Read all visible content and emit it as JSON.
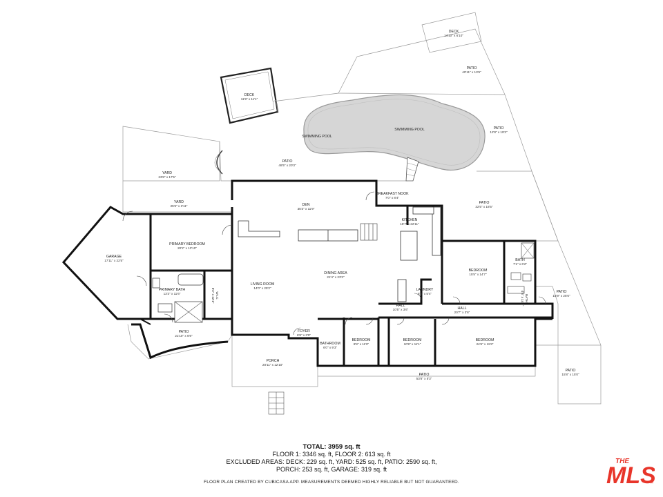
{
  "rooms": [
    {
      "id": "deck-top",
      "name": "DECK",
      "dim": "14'10\" x 6'10\""
    },
    {
      "id": "patio-top",
      "name": "PATIO",
      "dim": "40'11\" x 13'6\""
    },
    {
      "id": "deck-left",
      "name": "DECK",
      "dim": "11'9\" x 11'1\""
    },
    {
      "id": "pool-left",
      "name": "SWIMMING POOL",
      "dim": ""
    },
    {
      "id": "pool-right",
      "name": "SWIMMING POOL",
      "dim": ""
    },
    {
      "id": "patio-right",
      "name": "PATIO",
      "dim": "12'8\" x 19'3\""
    },
    {
      "id": "yard-big",
      "name": "YARD",
      "dim": "23'8\" x 17'5\""
    },
    {
      "id": "patio-mid",
      "name": "PATIO",
      "dim": "48'5\" x 20'3\""
    },
    {
      "id": "yard-strip",
      "name": "YARD",
      "dim": "25'6\" x 3'11\""
    },
    {
      "id": "breakfast",
      "name": "BREAKFAST NOOK",
      "dim": "7'0\" x 8'4\""
    },
    {
      "id": "den",
      "name": "DEN",
      "dim": "35'3\" x 11'9\""
    },
    {
      "id": "patio-east",
      "name": "PATIO",
      "dim": "32'5\" x 18'5\""
    },
    {
      "id": "kitchen",
      "name": "KITCHEN",
      "dim": "15'7\" x 22'11\""
    },
    {
      "id": "garage",
      "name": "GARAGE",
      "dim": "17'11\" x 22'5\""
    },
    {
      "id": "primary-bed",
      "name": "PRIMARY BEDROOM",
      "dim": "20'2\" x 13'10\""
    },
    {
      "id": "bath-e",
      "name": "BATH",
      "dim": "7'1\" x 6'2\""
    },
    {
      "id": "bedroom-e",
      "name": "BEDROOM",
      "dim": "15'5\" x 14'7\""
    },
    {
      "id": "dining",
      "name": "DINING AREA",
      "dim": "21'4\" x 23'3\""
    },
    {
      "id": "living",
      "name": "LIVING ROOM",
      "dim": "14'0\" x 25'2\""
    },
    {
      "id": "primary-bath",
      "name": "PRIMARY BATH",
      "dim": "13'3\" x 11'6\""
    },
    {
      "id": "laundry",
      "name": "LAUNDRY",
      "dim": "6'0\" x 5'4\""
    },
    {
      "id": "patio-side",
      "name": "PATIO",
      "dim": "15'9\" x 25'6\""
    },
    {
      "id": "hall-1",
      "name": "HALL",
      "dim": "10'5\" x 3'6\""
    },
    {
      "id": "hall-2",
      "name": "HALL",
      "dim": "20'7\" x 3'6\""
    },
    {
      "id": "patio-sw",
      "name": "PATIO",
      "dim": "21'10\" x 6'9\""
    },
    {
      "id": "foyer",
      "name": "FOYER",
      "dim": "6'8\" x 3'9\""
    },
    {
      "id": "bathroom-s",
      "name": "BATHROOM",
      "dim": "6'0\" x 9'3\""
    },
    {
      "id": "bedroom-s1",
      "name": "BEDROOM",
      "dim": "8'8\" x 11'0\""
    },
    {
      "id": "bedroom-s2",
      "name": "BEDROOM",
      "dim": "10'9\" x 11'1\""
    },
    {
      "id": "bedroom-s3",
      "name": "BEDROOM",
      "dim": "24'6\" x 11'9\""
    },
    {
      "id": "porch",
      "name": "PORCH",
      "dim": "20'11\" x 12'10\""
    },
    {
      "id": "patio-south",
      "name": "PATIO",
      "dim": "53'8\" x 5'3\""
    },
    {
      "id": "patio-se",
      "name": "PATIO",
      "dim": "15'8\" x 15'0\""
    }
  ],
  "vertical_labels": [
    {
      "id": "wic",
      "name": "W.I.C",
      "dim": "6'4\" x 12'1\""
    },
    {
      "id": "bath-vert",
      "name": "BATH",
      "dim": "4'6\" x 14'1\""
    }
  ],
  "summary": {
    "total": "TOTAL: 3959 sq. ft",
    "floors": "FLOOR 1: 3346 sq. ft, FLOOR 2: 613 sq. ft",
    "excluded_1": "EXCLUDED AREAS: DECK: 229 sq. ft, YARD: 525 sq. ft, PATIO: 2590 sq. ft,",
    "excluded_2": "PORCH: 253 sq. ft, GARAGE: 319 sq. ft"
  },
  "disclaimer": "FLOOR PLAN CREATED BY CUBICASA APP. MEASUREMENTS DEEMED HIGHLY RELIABLE BUT NOT GUARANTEED.",
  "logo": {
    "top": "THE",
    "main": "MLS",
    "suffix": "™",
    "color": "#e8352a"
  }
}
